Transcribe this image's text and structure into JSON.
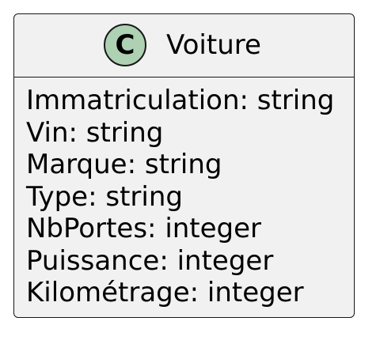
{
  "class": {
    "stereotype_letter": "C",
    "name": "Voiture",
    "attributes": [
      "Immatriculation: string",
      "Vin: string",
      "Marque: string",
      "Type: string",
      "NbPortes: integer",
      "Puissance: integer",
      "Kilométrage: integer"
    ]
  },
  "colors": {
    "background": "#f1f1f1",
    "border": "#181818",
    "stereotype_circle": "#add1b2"
  }
}
